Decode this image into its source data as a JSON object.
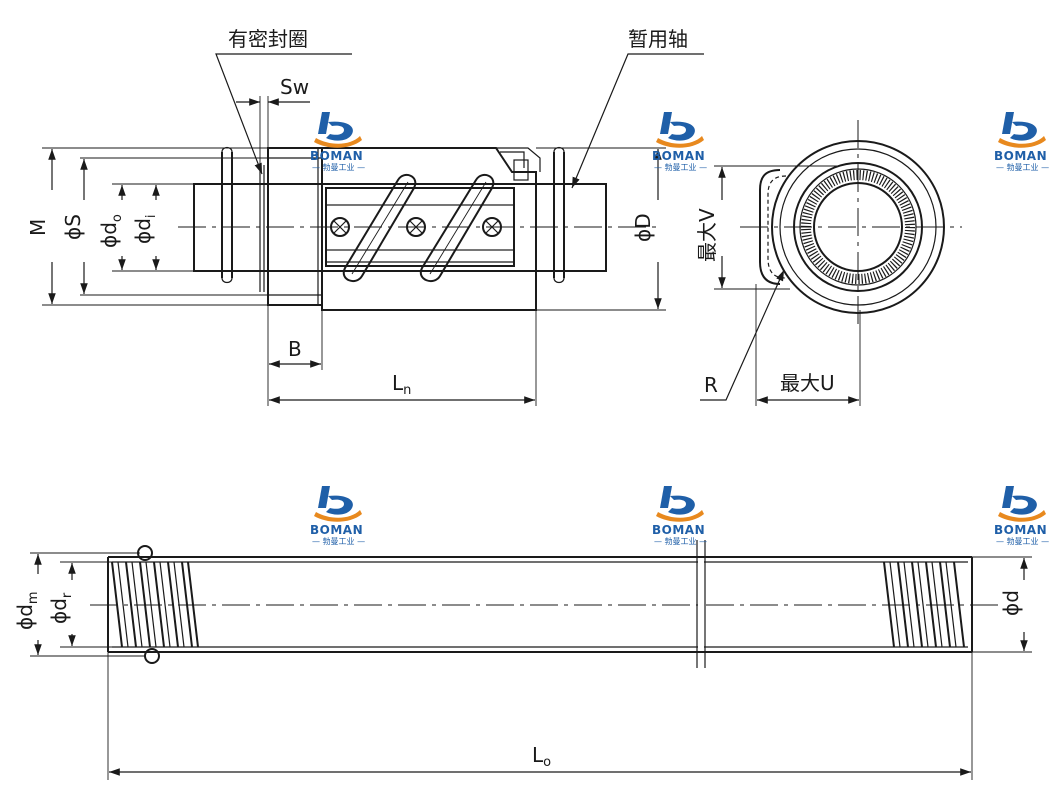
{
  "callouts": {
    "seal": "有密封圈",
    "temp_shaft": "暂用轴"
  },
  "dims": {
    "sw": "Sw",
    "m": "M",
    "phi": "ϕ",
    "s": "S",
    "d": "d",
    "o_sub": "o",
    "i_sub": "i",
    "m_sub": "m",
    "r_sub": "r",
    "n_sub": "n",
    "big_d": "D",
    "l": "L",
    "b": "B",
    "max_v": "最大V",
    "max_u": "最大U",
    "r": "R"
  },
  "watermark": {
    "brand": "BOMAN",
    "sub": "— 勃曼工业 —",
    "color": "#1f5fa8"
  }
}
